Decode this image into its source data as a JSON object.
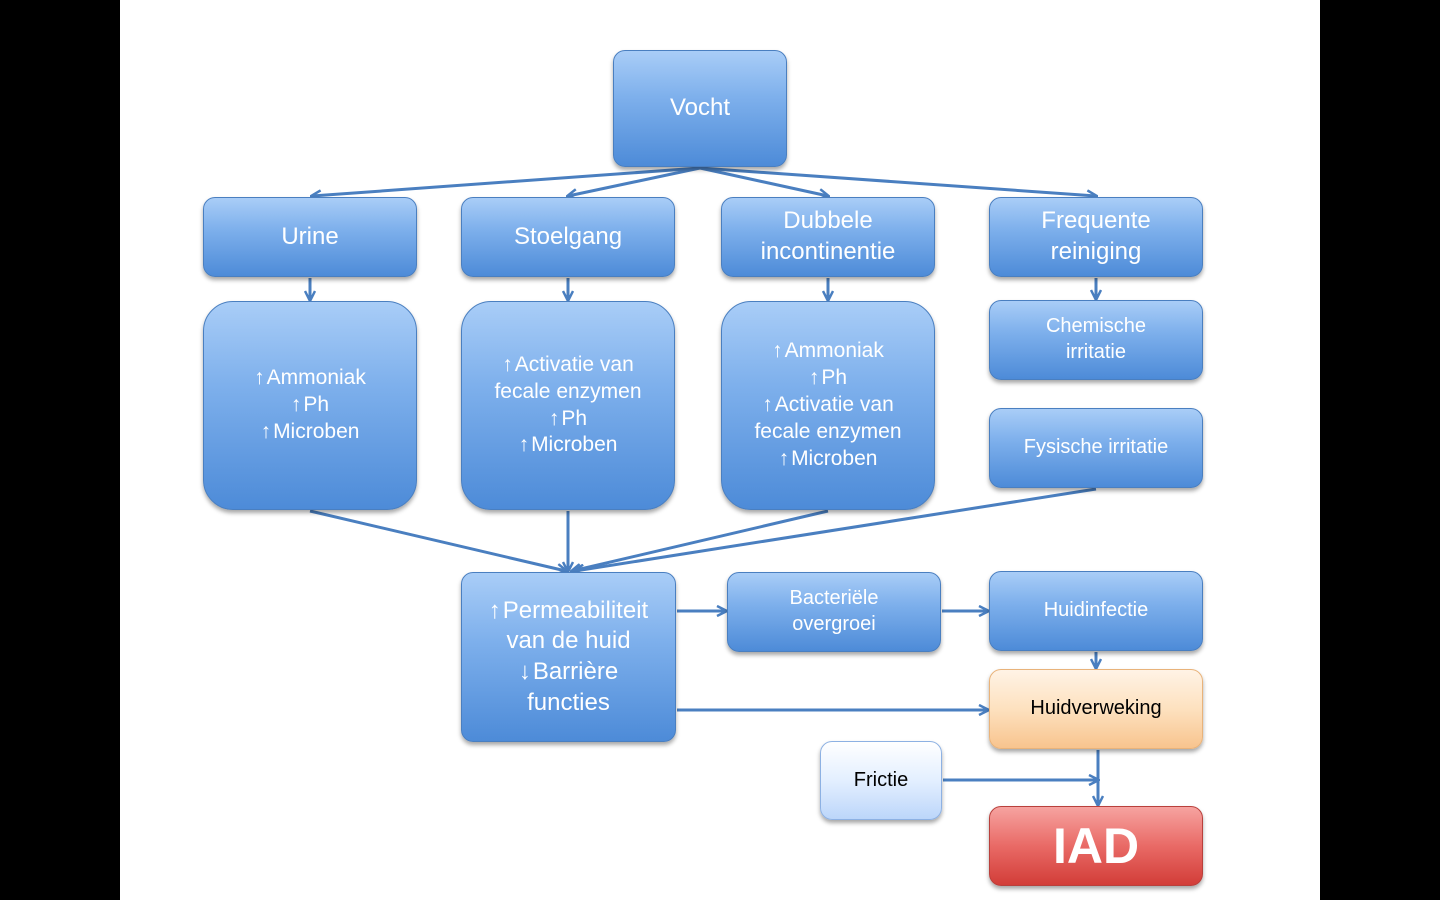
{
  "colors": {
    "connector": "#4a7fc0",
    "box_blue": "#5b95dc",
    "box_orange": "#fde1bf",
    "box_light": "#e3efff",
    "box_red": "#e05550"
  },
  "icons": {
    "up": "↑",
    "down": "↓",
    "up_icon": "arrow-up-icon",
    "down_icon": "arrow-down-icon"
  },
  "nodes": {
    "vocht": "Vocht",
    "urine": "Urine",
    "stoelgang": "Stoelgang",
    "dubbele": [
      "Dubbele",
      "incontinentie"
    ],
    "frequente": [
      "Frequente",
      "reiniging"
    ],
    "urine_effects": [
      "Ammoniak",
      "Ph",
      "Microben"
    ],
    "stoelgang_effects": [
      "Activatie van",
      "fecale enzymen",
      "Ph",
      "Microben"
    ],
    "dubbele_effects": [
      "Ammoniak",
      "Ph",
      "Activatie van",
      "fecale enzymen",
      "Microben"
    ],
    "chemische": [
      "Chemische",
      "irritatie"
    ],
    "fysische": "Fysische irritatie",
    "permeabiliteit": [
      "Permeabiliteit",
      "van de huid",
      "Barrière",
      "functies"
    ],
    "bacteriele": [
      "Bacteriële",
      "overgroei"
    ],
    "huidinfectie": "Huidinfectie",
    "huidverweking": "Huidverweking",
    "frictie": "Frictie",
    "iad": "IAD"
  }
}
